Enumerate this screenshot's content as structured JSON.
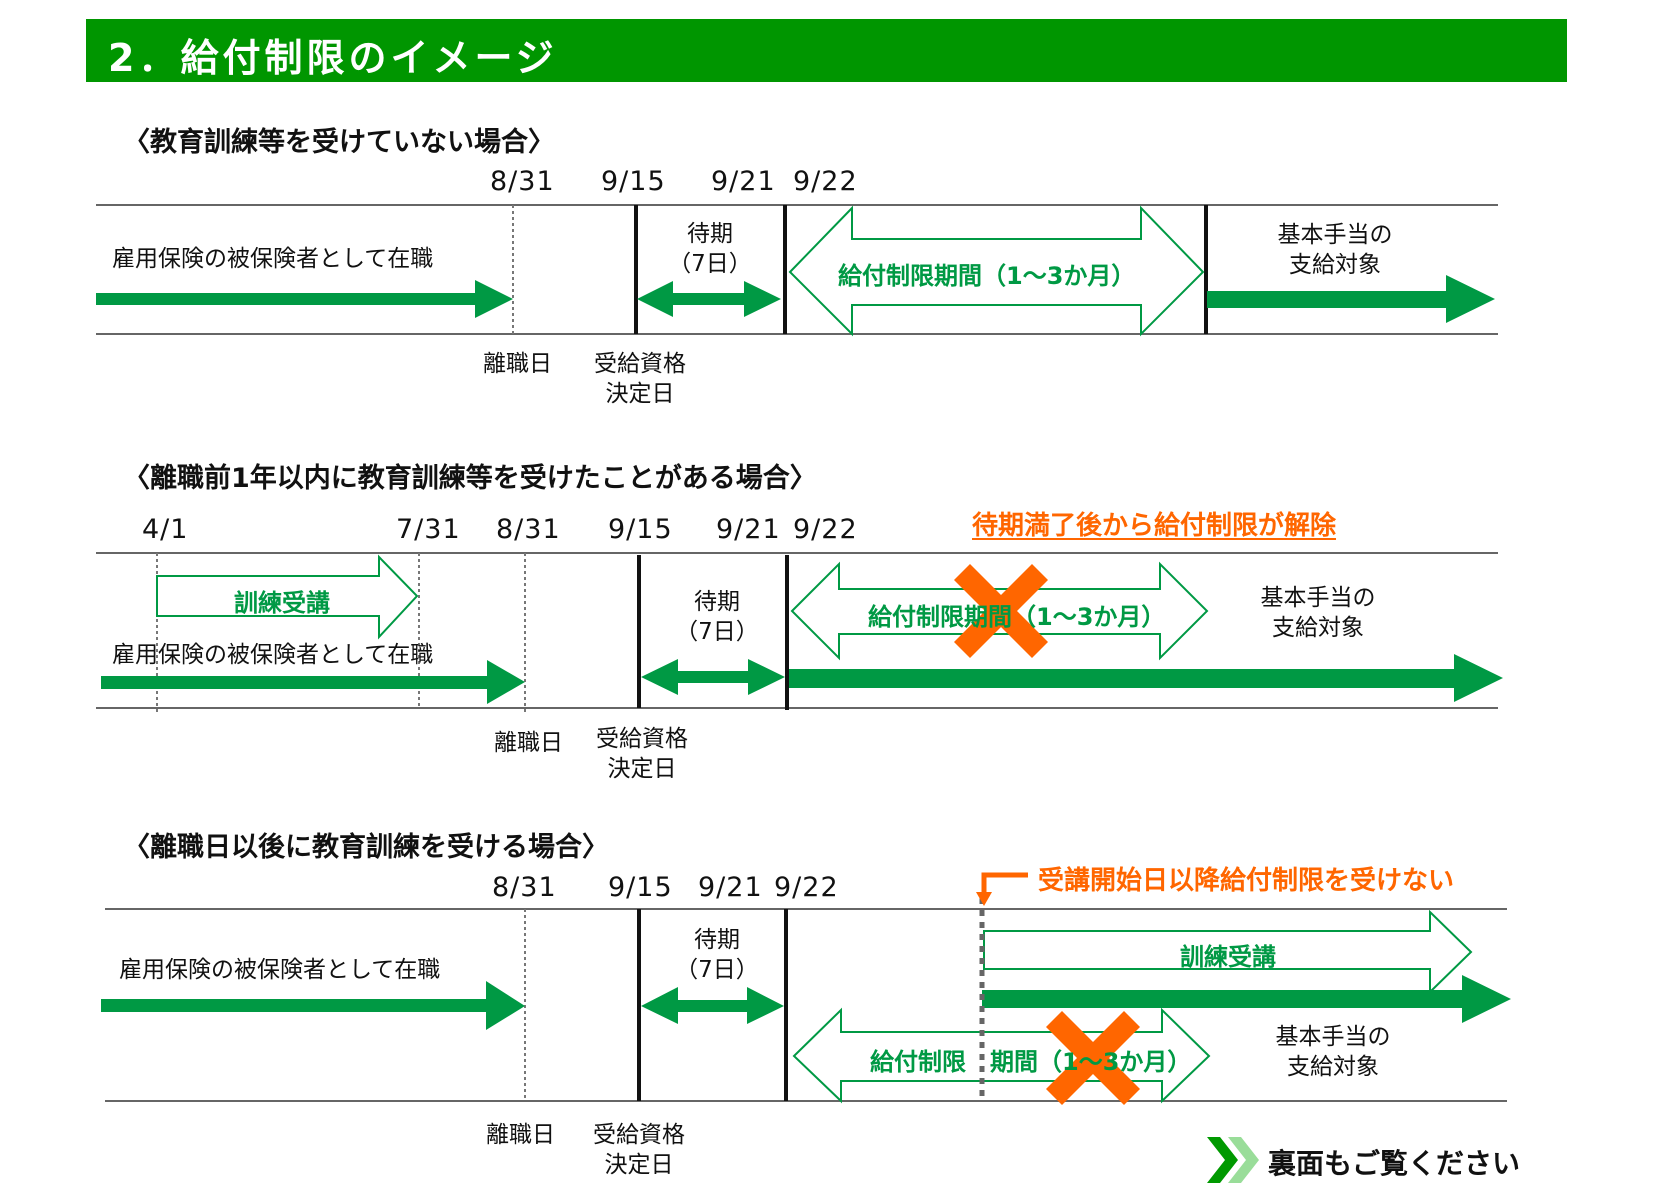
{
  "header": {
    "title": "2．給付制限のイメージ"
  },
  "colors": {
    "header_bg": "#009600",
    "arrow_green": "#009944",
    "orange": "#ff6600",
    "line_gray": "#666666"
  },
  "sections": [
    {
      "title": "〈教育訓練等を受けていない場合〉",
      "dates": [
        "8/31",
        "9/15",
        "9/21",
        "9/22"
      ],
      "employment_label": "雇用保険の被保険者として在職",
      "waiting_label": [
        "待期",
        "（7日）"
      ],
      "restriction_label": "給付制限期間（1～3か月）",
      "benefit_label": [
        "基本手当の",
        "支給対象"
      ],
      "below_labels": {
        "separation": "離職日",
        "qualification": [
          "受給資格",
          "決定日"
        ]
      }
    },
    {
      "title": "〈離職前1年以内に教育訓練等を受けたことがある場合〉",
      "dates": [
        "4/1",
        "7/31",
        "8/31",
        "9/15",
        "9/21",
        "9/22"
      ],
      "note": "待期満了後から給付制限が解除",
      "training_label": "訓練受講",
      "employment_label": "雇用保険の被保険者として在職",
      "waiting_label": [
        "待期",
        "（7日）"
      ],
      "restriction_label": "給付制限期間（1～3か月）",
      "benefit_label": [
        "基本手当の",
        "支給対象"
      ],
      "below_labels": {
        "separation": "離職日",
        "qualification": [
          "受給資格",
          "決定日"
        ]
      }
    },
    {
      "title": "〈離職日以後に教育訓練を受ける場合〉",
      "dates": [
        "8/31",
        "9/15",
        "9/21",
        "9/22"
      ],
      "note": "受講開始日以降給付制限を受けない",
      "training_label": "訓練受講",
      "employment_label": "雇用保険の被保険者として在職",
      "waiting_label": [
        "待期",
        "（7日）"
      ],
      "restriction_label_left": "給付制限",
      "restriction_label_right": "期間（1～3か月）",
      "benefit_label": [
        "基本手当の",
        "支給対象"
      ],
      "below_labels": {
        "separation": "離職日",
        "qualification": [
          "受給資格",
          "決定日"
        ]
      }
    }
  ],
  "footer": {
    "text": "裏面もご覧ください",
    "icon": "double-chevron-right-icon"
  }
}
